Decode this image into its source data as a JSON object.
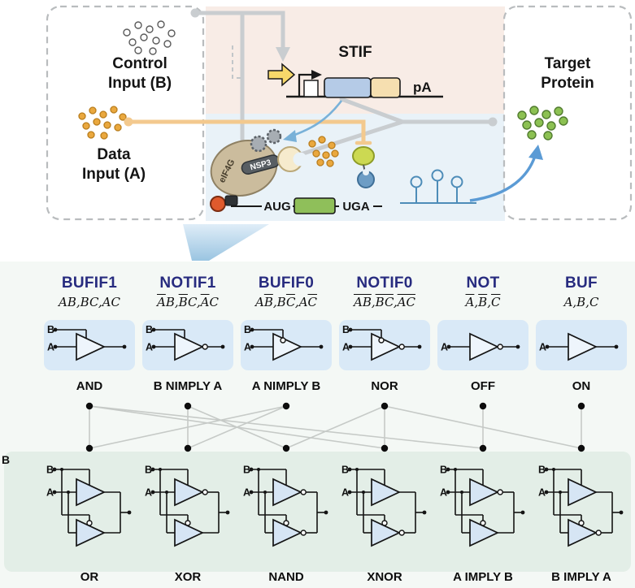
{
  "top": {
    "control1": "Control",
    "control2": "Input (B)",
    "data1": "Data",
    "data2": "Input (A)",
    "target1": "Target",
    "target2": "Protein",
    "stif": "STIF",
    "pa": "pA",
    "aug": "AUG",
    "uga": "UGA",
    "nsp3": "NSP3",
    "eif4g": "eIF4G"
  },
  "bottom": {
    "side_label": "B",
    "io_labels": {
      "a": "A",
      "b": "B"
    },
    "upper_gates": [
      {
        "title": "BUFIF1",
        "formula": [
          [
            "AB,BC,AC",
            0
          ]
        ],
        "function": "AND",
        "enable": true,
        "enable_bubble": false,
        "output_bubble": false
      },
      {
        "title": "NOTIF1",
        "formula": [
          [
            "A",
            1
          ],
          [
            "B,",
            0
          ],
          [
            "B",
            1
          ],
          [
            "C,",
            0
          ],
          [
            "A",
            1
          ],
          [
            "C",
            0
          ]
        ],
        "function": "B NIMPLY A",
        "enable": true,
        "enable_bubble": false,
        "output_bubble": true
      },
      {
        "title": "BUFIF0",
        "formula": [
          [
            "A",
            0
          ],
          [
            "B",
            1
          ],
          [
            ",",
            0
          ],
          [
            "B",
            0
          ],
          [
            "C",
            1
          ],
          [
            ",",
            0
          ],
          [
            "A",
            0
          ],
          [
            "C",
            1
          ]
        ],
        "function": "A NIMPLY B",
        "enable": true,
        "enable_bubble": true,
        "output_bubble": false
      },
      {
        "title": "NOTIF0",
        "formula": [
          [
            "AB",
            1
          ],
          [
            ",",
            0
          ],
          [
            "BC",
            1
          ],
          [
            ",",
            0
          ],
          [
            "AC",
            1
          ]
        ],
        "function": "NOR",
        "enable": true,
        "enable_bubble": true,
        "output_bubble": true
      },
      {
        "title": "NOT",
        "formula": [
          [
            "A",
            1
          ],
          [
            ",",
            0
          ],
          [
            "B",
            1
          ],
          [
            ",",
            0
          ],
          [
            "C",
            1
          ]
        ],
        "function": "OFF",
        "enable": false,
        "enable_bubble": false,
        "output_bubble": true
      },
      {
        "title": "BUF",
        "formula": [
          [
            "A,B,C",
            0
          ]
        ],
        "function": "ON",
        "enable": false,
        "enable_bubble": false,
        "output_bubble": false
      }
    ],
    "lower_gates": [
      {
        "label": "OR",
        "t1": {
          "eb": false,
          "ob": false
        },
        "t2": {
          "eb": true,
          "ob": false
        }
      },
      {
        "label": "XOR",
        "t1": {
          "eb": false,
          "ob": true
        },
        "t2": {
          "eb": true,
          "ob": false
        }
      },
      {
        "label": "NAND",
        "t1": {
          "eb": false,
          "ob": true
        },
        "t2": {
          "eb": true,
          "ob": true
        }
      },
      {
        "label": "XNOR",
        "t1": {
          "eb": false,
          "ob": false
        },
        "t2": {
          "eb": true,
          "ob": true
        }
      },
      {
        "label": "A IMPLY B",
        "t1": {
          "eb": false,
          "ob": true
        },
        "t2": {
          "eb": true,
          "ob": false
        }
      },
      {
        "label": "B IMPLY A",
        "t1": {
          "eb": false,
          "ob": false
        },
        "t2": {
          "eb": true,
          "ob": true
        }
      }
    ],
    "connections": [
      [
        0,
        0
      ],
      [
        2,
        0
      ],
      [
        1,
        1
      ],
      [
        2,
        1
      ],
      [
        1,
        2
      ],
      [
        3,
        2
      ],
      [
        0,
        3
      ],
      [
        3,
        3
      ],
      [
        0,
        4
      ],
      [
        4,
        4
      ],
      [
        3,
        5
      ],
      [
        5,
        5
      ]
    ]
  },
  "colors": {
    "title_blue": "#272b7f",
    "gate_box_blue": "#d9e9f7",
    "band_green": "#e3eee7",
    "region_pink": "#f8ece6",
    "region_blue": "#e9f2f8",
    "input_orange": "#eaa83e",
    "protein_green": "#8cc152",
    "wire_gray": "#c9cdd0"
  }
}
